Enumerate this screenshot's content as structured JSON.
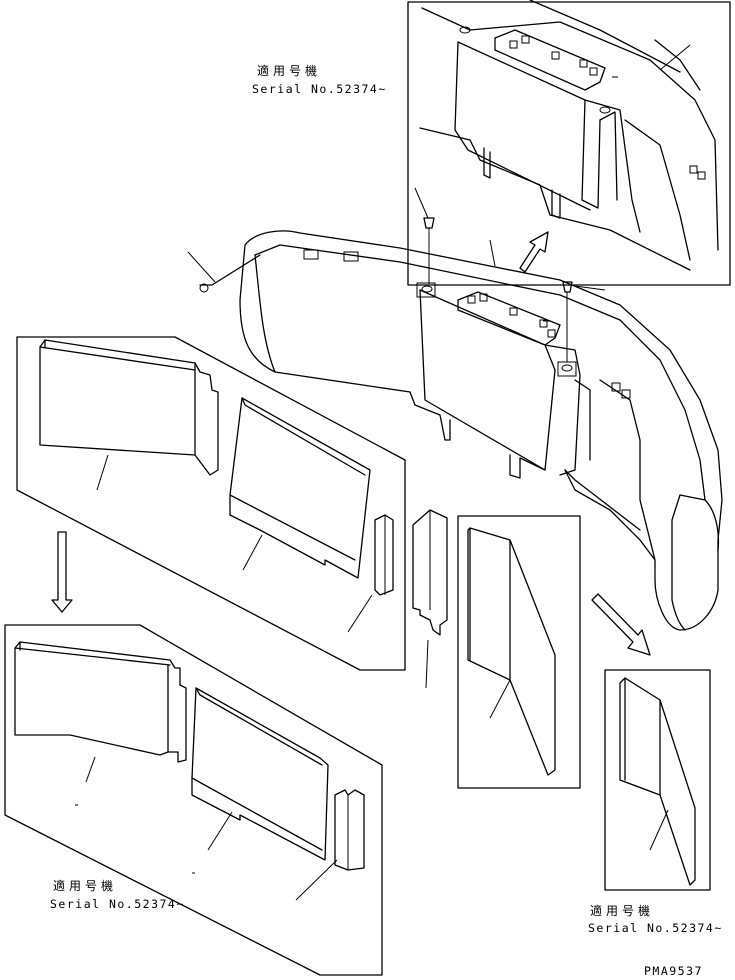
{
  "notes": {
    "top": {
      "jp": "適用号機",
      "serial": "Serial No.52374~"
    },
    "bottom_left": {
      "jp": "適用号機",
      "serial": "Serial No.52374~"
    },
    "bottom_right": {
      "jp": "適用号機",
      "serial": "Serial No.52374~"
    }
  },
  "drawing_code": "PMA9537"
}
